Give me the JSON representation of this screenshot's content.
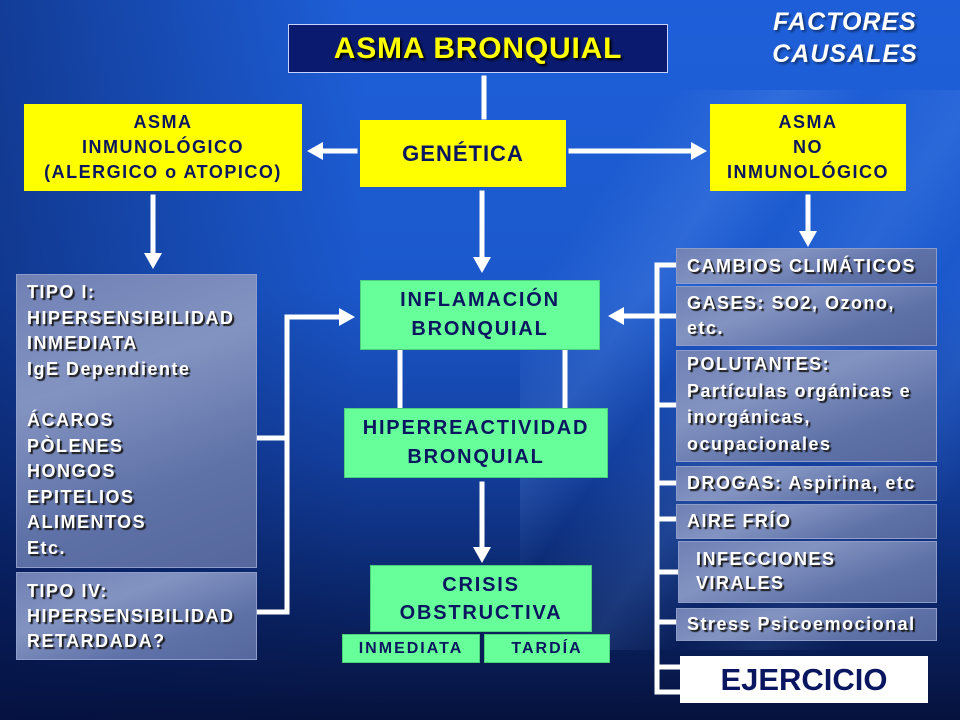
{
  "slide": {
    "corner_caption": [
      "FACTORES",
      "CAUSALES"
    ],
    "title": "ASMA BRONQUIAL"
  },
  "top_row": {
    "immunologic_asthma": [
      "ASMA",
      "INMUNOLÓGICO",
      "(ALERGICO o ATOPICO)"
    ],
    "genetics": "GENÉTICA",
    "non_immunologic_asthma": [
      "ASMA",
      "NO",
      "INMUNOLÓGICO"
    ]
  },
  "immunologic_types": {
    "type_1": {
      "description": [
        "TIPO I:",
        "HIPERSENSIBILIDAD",
        "INMEDIATA",
        "IgE Dependiente"
      ],
      "triggers": [
        "ÁCAROS",
        "PÒLENES",
        "HONGOS",
        "EPITELIOS",
        "ALIMENTOS",
        "Etc."
      ]
    },
    "type_4": [
      "TIPO IV:",
      "HIPERSENSIBILIDAD",
      "RETARDADA?"
    ]
  },
  "pathway": {
    "inflammation": [
      "INFLAMACIÓN",
      "BRONQUIAL"
    ],
    "hyperreactivity": [
      "HIPERREACTIVIDAD",
      "BRONQUIAL"
    ],
    "crisis": [
      "CRISIS",
      "OBSTRUCTIVA"
    ],
    "crisis_phases": [
      "INMEDIATA",
      "TARDÍA"
    ]
  },
  "non_immunologic_factors": [
    [
      "CAMBIOS CLIMÁTICOS"
    ],
    [
      "GASES: SO2, Ozono,",
      "etc."
    ],
    [
      "POLUTANTES:",
      "Partículas orgánicas e",
      "inorgánicas,",
      "ocupacionales"
    ],
    [
      "DROGAS: Aspirina, etc"
    ],
    [
      "AIRE FRÍO"
    ],
    [
      "INFECCIONES",
      "VIRALES"
    ],
    [
      "Stress Psicoemocional"
    ],
    [
      "EJERCICIO"
    ]
  ],
  "colors": {
    "background_top": "#1e5fd9",
    "background_bottom": "#06123d",
    "title_box": "#0a1a6e",
    "title_text": "#ffff00",
    "yellow_box": "#ffff00",
    "green_box": "#66ff99",
    "factor_box": "#5f72a8",
    "dark_text": "#0b1660",
    "connector": "#ffffff",
    "highlight_box": "#ffffff"
  }
}
